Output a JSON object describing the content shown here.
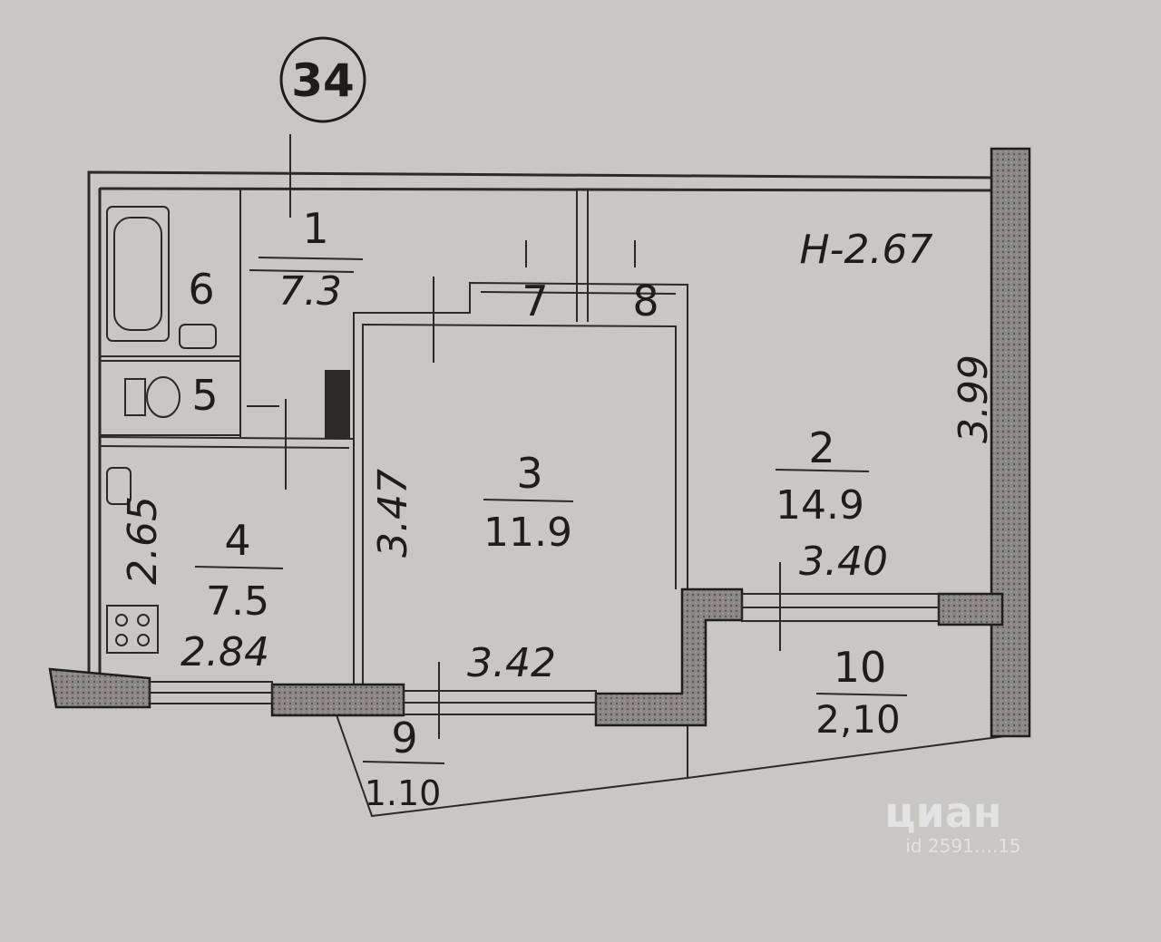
{
  "plan": {
    "section_number": "34",
    "ceiling_height": "H-2.67",
    "rooms": [
      {
        "id": "room-1",
        "number": "1",
        "area": "7.3"
      },
      {
        "id": "room-2",
        "number": "2",
        "area": "14.9"
      },
      {
        "id": "room-3",
        "number": "3",
        "area": "11.9"
      },
      {
        "id": "room-4",
        "number": "4",
        "area": "7.5"
      },
      {
        "id": "room-5",
        "number": "5",
        "area": ""
      },
      {
        "id": "room-6",
        "number": "6",
        "area": ""
      },
      {
        "id": "room-7",
        "number": "7",
        "area": ""
      },
      {
        "id": "room-8",
        "number": "8",
        "area": ""
      },
      {
        "id": "room-9",
        "number": "9",
        "area": "1.10"
      },
      {
        "id": "room-10",
        "number": "10",
        "area": "2,10"
      }
    ],
    "dimensions": {
      "room2_depth": "3.99",
      "room2_width": "3.40",
      "room3_depth": "3.47",
      "room3_width": "3.42",
      "room4_depth": "2.65",
      "room4_width": "2.84"
    }
  },
  "watermark": {
    "brand": "циан",
    "listing_id": "id 2591….15"
  },
  "colors": {
    "paper": "#c9c7c3",
    "ink": "#1e1d1b",
    "wall_fill": "#8a8784"
  }
}
